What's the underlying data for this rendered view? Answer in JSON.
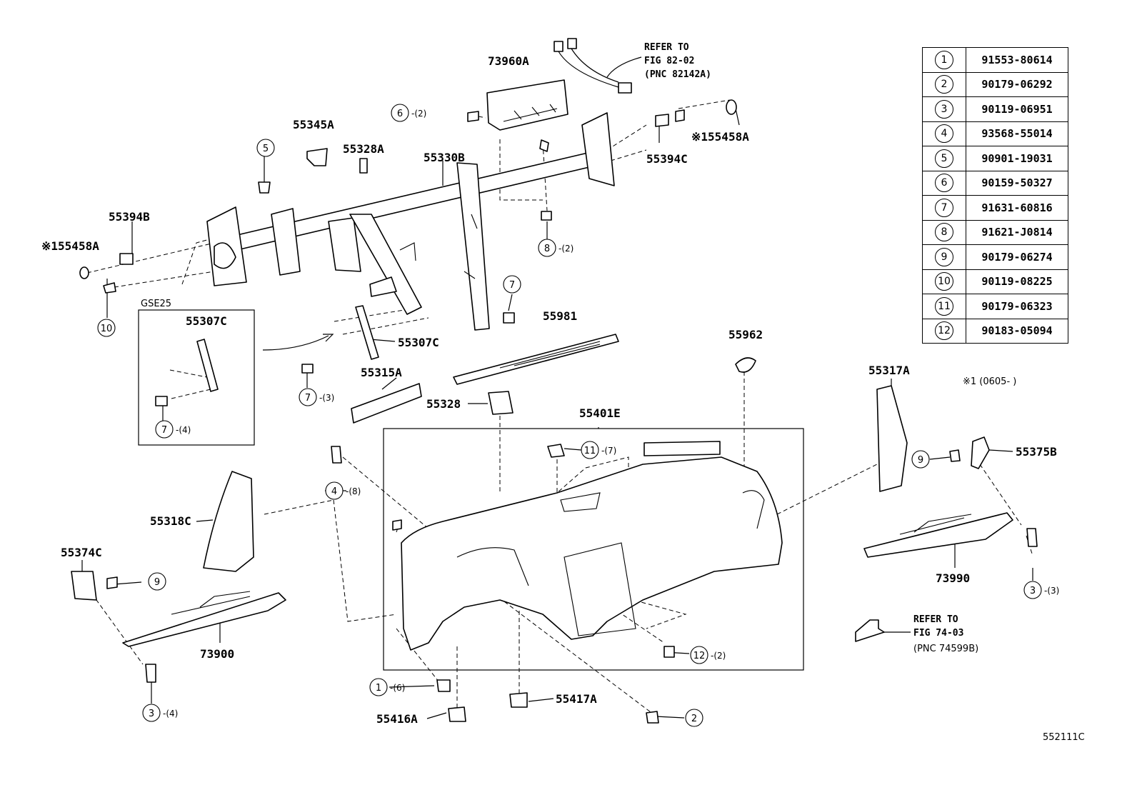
{
  "labels": {
    "p73960A": "73960A",
    "p55345A": "55345A",
    "p55328A": "55328A",
    "p55330B": "55330B",
    "p55394C": "55394C",
    "p155458A_r": "※155458A",
    "p55394B": "55394B",
    "p155458A_l": "※155458A",
    "gse25": "GSE25",
    "p55307C_box": "55307C",
    "p55307C": "55307C",
    "p55981": "55981",
    "p55962": "55962",
    "p55315A": "55315A",
    "p55328": "55328",
    "p55401E": "55401E",
    "p55317A": "55317A",
    "p55375B": "55375B",
    "p55318C": "55318C",
    "p55374C": "55374C",
    "p73900": "73900",
    "p73990": "73990",
    "p55417A": "55417A",
    "p55416A": "55416A"
  },
  "notes": {
    "refer1_l1": "REFER TO",
    "refer1_l2": "FIG 82-02",
    "refer1_l3": "(PNC 82142A)",
    "refer2_l1": "REFER TO",
    "refer2_l2": "FIG 74-03",
    "refer2_l3": "(PNC 74599B)",
    "footnote": "※1 (0605-      )",
    "diagram_code": "552111C"
  },
  "callouts": {
    "c6": {
      "num": "6",
      "qty": "-(2)"
    },
    "c5": {
      "num": "5"
    },
    "c8": {
      "num": "8",
      "qty": "-(2)"
    },
    "c10": {
      "num": "10"
    },
    "c7a": {
      "num": "7"
    },
    "c7b": {
      "num": "7",
      "qty": "-(3)"
    },
    "c7c": {
      "num": "7",
      "qty": "-(4)"
    },
    "c11": {
      "num": "11",
      "qty": "-(7)"
    },
    "c4": {
      "num": "4",
      "qty": "-(8)"
    },
    "c9a": {
      "num": "9"
    },
    "c9b": {
      "num": "9"
    },
    "c3a": {
      "num": "3",
      "qty": "-(4)"
    },
    "c3b": {
      "num": "3",
      "qty": "-(3)"
    },
    "c12": {
      "num": "12",
      "qty": "-(2)"
    },
    "c1": {
      "num": "1",
      "qty": "-(6)"
    },
    "c2": {
      "num": "2"
    }
  },
  "ref_table": [
    {
      "idx": "1",
      "part": "91553-80614"
    },
    {
      "idx": "2",
      "part": "90179-06292"
    },
    {
      "idx": "3",
      "part": "90119-06951"
    },
    {
      "idx": "4",
      "part": "93568-55014"
    },
    {
      "idx": "5",
      "part": "90901-19031"
    },
    {
      "idx": "6",
      "part": "90159-50327"
    },
    {
      "idx": "7",
      "part": "91631-60816"
    },
    {
      "idx": "8",
      "part": "91621-J0814"
    },
    {
      "idx": "9",
      "part": "90179-06274"
    },
    {
      "idx": "10",
      "part": "90119-08225"
    },
    {
      "idx": "11",
      "part": "90179-06323"
    },
    {
      "idx": "12",
      "part": "90183-05094"
    }
  ]
}
